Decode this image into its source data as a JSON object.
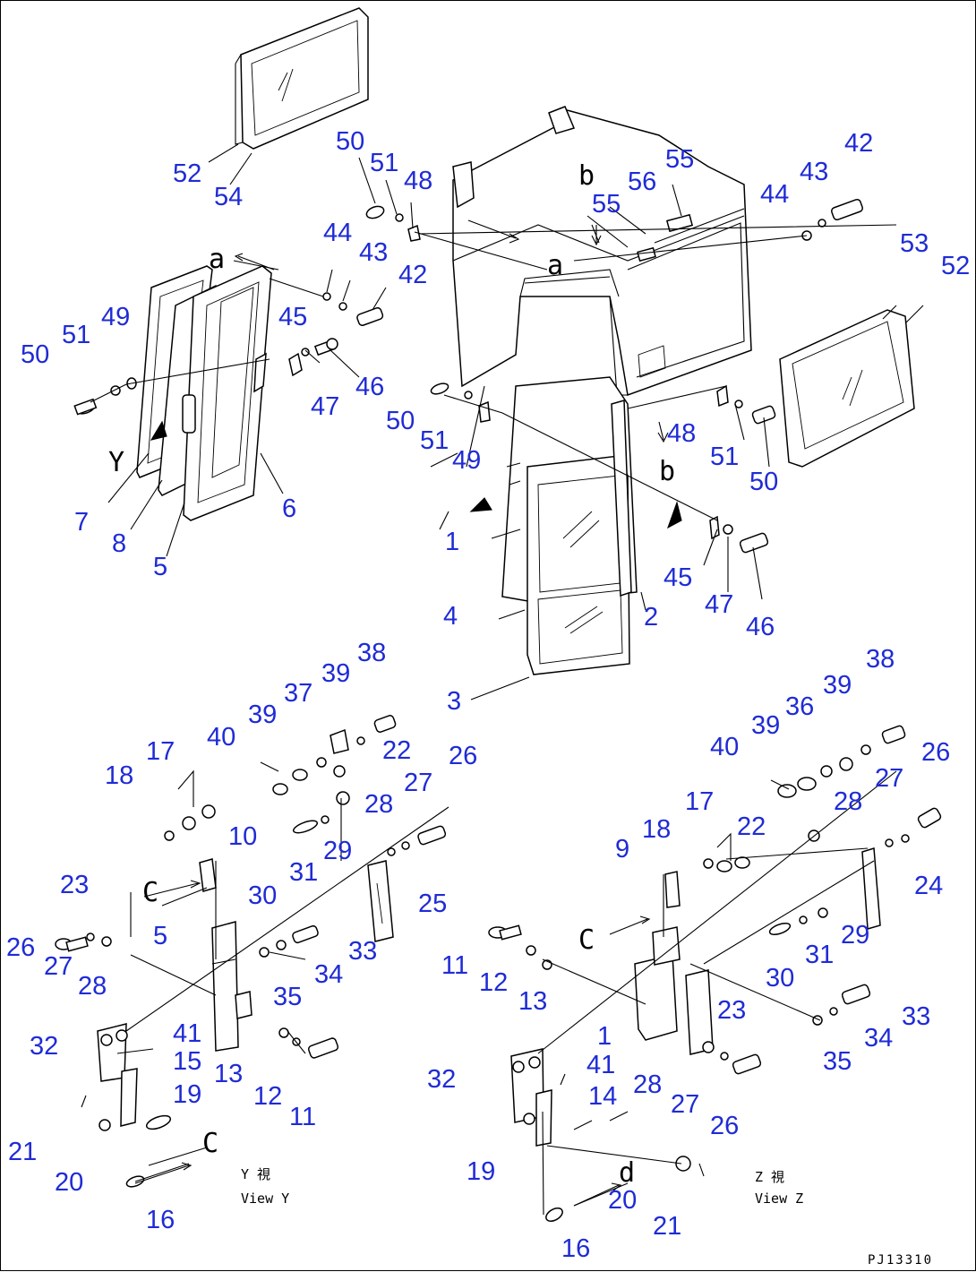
{
  "drawing_code": "PJ13310",
  "view_labels": {
    "view_y_kanji": "Y 視",
    "view_y_en": "View Y",
    "view_z_kanji": "Z 視",
    "view_z_en": "View Z"
  },
  "reference_letters": [
    {
      "id": "a-left",
      "text": "a"
    },
    {
      "id": "a-cab",
      "text": "a"
    },
    {
      "id": "b-top",
      "text": "b"
    },
    {
      "id": "b-right",
      "text": "b"
    },
    {
      "id": "y-arrow",
      "text": "Y"
    },
    {
      "id": "c-left-top",
      "text": "C"
    },
    {
      "id": "c-left-bottom",
      "text": "C"
    },
    {
      "id": "c-right",
      "text": "C"
    },
    {
      "id": "d-right",
      "text": "d"
    }
  ],
  "callouts": [
    {
      "id": "c52a",
      "text": "52"
    },
    {
      "id": "c54",
      "text": "54"
    },
    {
      "id": "c50a",
      "text": "50"
    },
    {
      "id": "c51a",
      "text": "51"
    },
    {
      "id": "c48a",
      "text": "48"
    },
    {
      "id": "c55a",
      "text": "55"
    },
    {
      "id": "c56",
      "text": "56"
    },
    {
      "id": "c55b",
      "text": "55"
    },
    {
      "id": "c44a",
      "text": "44"
    },
    {
      "id": "c43a",
      "text": "43"
    },
    {
      "id": "c42a",
      "text": "42"
    },
    {
      "id": "c44b",
      "text": "44"
    },
    {
      "id": "c43b",
      "text": "43"
    },
    {
      "id": "c42b",
      "text": "42"
    },
    {
      "id": "c53",
      "text": "53"
    },
    {
      "id": "c52b",
      "text": "52"
    },
    {
      "id": "c45a",
      "text": "45"
    },
    {
      "id": "c50b",
      "text": "50"
    },
    {
      "id": "c51b",
      "text": "51"
    },
    {
      "id": "c49a",
      "text": "49"
    },
    {
      "id": "c47a",
      "text": "47"
    },
    {
      "id": "c46a",
      "text": "46"
    },
    {
      "id": "c50c",
      "text": "50"
    },
    {
      "id": "c51c",
      "text": "51"
    },
    {
      "id": "c49b",
      "text": "49"
    },
    {
      "id": "c48b",
      "text": "48"
    },
    {
      "id": "c51d",
      "text": "51"
    },
    {
      "id": "c50d",
      "text": "50"
    },
    {
      "id": "c7",
      "text": "7"
    },
    {
      "id": "c6",
      "text": "6"
    },
    {
      "id": "c8",
      "text": "8"
    },
    {
      "id": "c5a",
      "text": "5"
    },
    {
      "id": "c1a",
      "text": "1"
    },
    {
      "id": "c45b",
      "text": "45"
    },
    {
      "id": "c47b",
      "text": "47"
    },
    {
      "id": "c4",
      "text": "4"
    },
    {
      "id": "c2",
      "text": "2"
    },
    {
      "id": "c46b",
      "text": "46"
    },
    {
      "id": "c3",
      "text": "3"
    },
    {
      "id": "c38a",
      "text": "38"
    },
    {
      "id": "c39a",
      "text": "39"
    },
    {
      "id": "c37",
      "text": "37"
    },
    {
      "id": "c40a",
      "text": "40"
    },
    {
      "id": "c39b",
      "text": "39"
    },
    {
      "id": "c22a",
      "text": "22"
    },
    {
      "id": "c17a",
      "text": "17"
    },
    {
      "id": "c26a",
      "text": "26"
    },
    {
      "id": "c18a",
      "text": "18"
    },
    {
      "id": "c27a",
      "text": "27"
    },
    {
      "id": "c28a",
      "text": "28"
    },
    {
      "id": "c10",
      "text": "10"
    },
    {
      "id": "c29a",
      "text": "29"
    },
    {
      "id": "c30a",
      "text": "30"
    },
    {
      "id": "c31a",
      "text": "31"
    },
    {
      "id": "c23a",
      "text": "23"
    },
    {
      "id": "c25",
      "text": "25"
    },
    {
      "id": "c5b",
      "text": "5"
    },
    {
      "id": "c33a",
      "text": "33"
    },
    {
      "id": "c26b",
      "text": "26"
    },
    {
      "id": "c27b",
      "text": "27"
    },
    {
      "id": "c28b",
      "text": "28"
    },
    {
      "id": "c34a",
      "text": "34"
    },
    {
      "id": "c35a",
      "text": "35"
    },
    {
      "id": "c32a",
      "text": "32"
    },
    {
      "id": "c41a",
      "text": "41"
    },
    {
      "id": "c15",
      "text": "15"
    },
    {
      "id": "c13a",
      "text": "13"
    },
    {
      "id": "c19a",
      "text": "19"
    },
    {
      "id": "c12a",
      "text": "12"
    },
    {
      "id": "c11a",
      "text": "11"
    },
    {
      "id": "c21a",
      "text": "21"
    },
    {
      "id": "c20a",
      "text": "20"
    },
    {
      "id": "c16a",
      "text": "16"
    },
    {
      "id": "c38b",
      "text": "38"
    },
    {
      "id": "c39c",
      "text": "39"
    },
    {
      "id": "c36",
      "text": "36"
    },
    {
      "id": "c40b",
      "text": "40"
    },
    {
      "id": "c39d",
      "text": "39"
    },
    {
      "id": "c26c",
      "text": "26"
    },
    {
      "id": "c27c",
      "text": "27"
    },
    {
      "id": "c28c",
      "text": "28"
    },
    {
      "id": "c17b",
      "text": "17"
    },
    {
      "id": "c22b",
      "text": "22"
    },
    {
      "id": "c9",
      "text": "9"
    },
    {
      "id": "c18b",
      "text": "18"
    },
    {
      "id": "c24",
      "text": "24"
    },
    {
      "id": "c29b",
      "text": "29"
    },
    {
      "id": "c11b",
      "text": "11"
    },
    {
      "id": "c12b",
      "text": "12"
    },
    {
      "id": "c13b",
      "text": "13"
    },
    {
      "id": "c30b",
      "text": "30"
    },
    {
      "id": "c31b",
      "text": "31"
    },
    {
      "id": "c23b",
      "text": "23"
    },
    {
      "id": "c1b",
      "text": "1"
    },
    {
      "id": "c33b",
      "text": "33"
    },
    {
      "id": "c34b",
      "text": "34"
    },
    {
      "id": "c35b",
      "text": "35"
    },
    {
      "id": "c32b",
      "text": "32"
    },
    {
      "id": "c41b",
      "text": "41"
    },
    {
      "id": "c28d",
      "text": "28"
    },
    {
      "id": "c14",
      "text": "14"
    },
    {
      "id": "c27d",
      "text": "27"
    },
    {
      "id": "c26d",
      "text": "26"
    },
    {
      "id": "c19b",
      "text": "19"
    },
    {
      "id": "c20b",
      "text": "20"
    },
    {
      "id": "c21b",
      "text": "21"
    },
    {
      "id": "c16b",
      "text": "16"
    }
  ]
}
